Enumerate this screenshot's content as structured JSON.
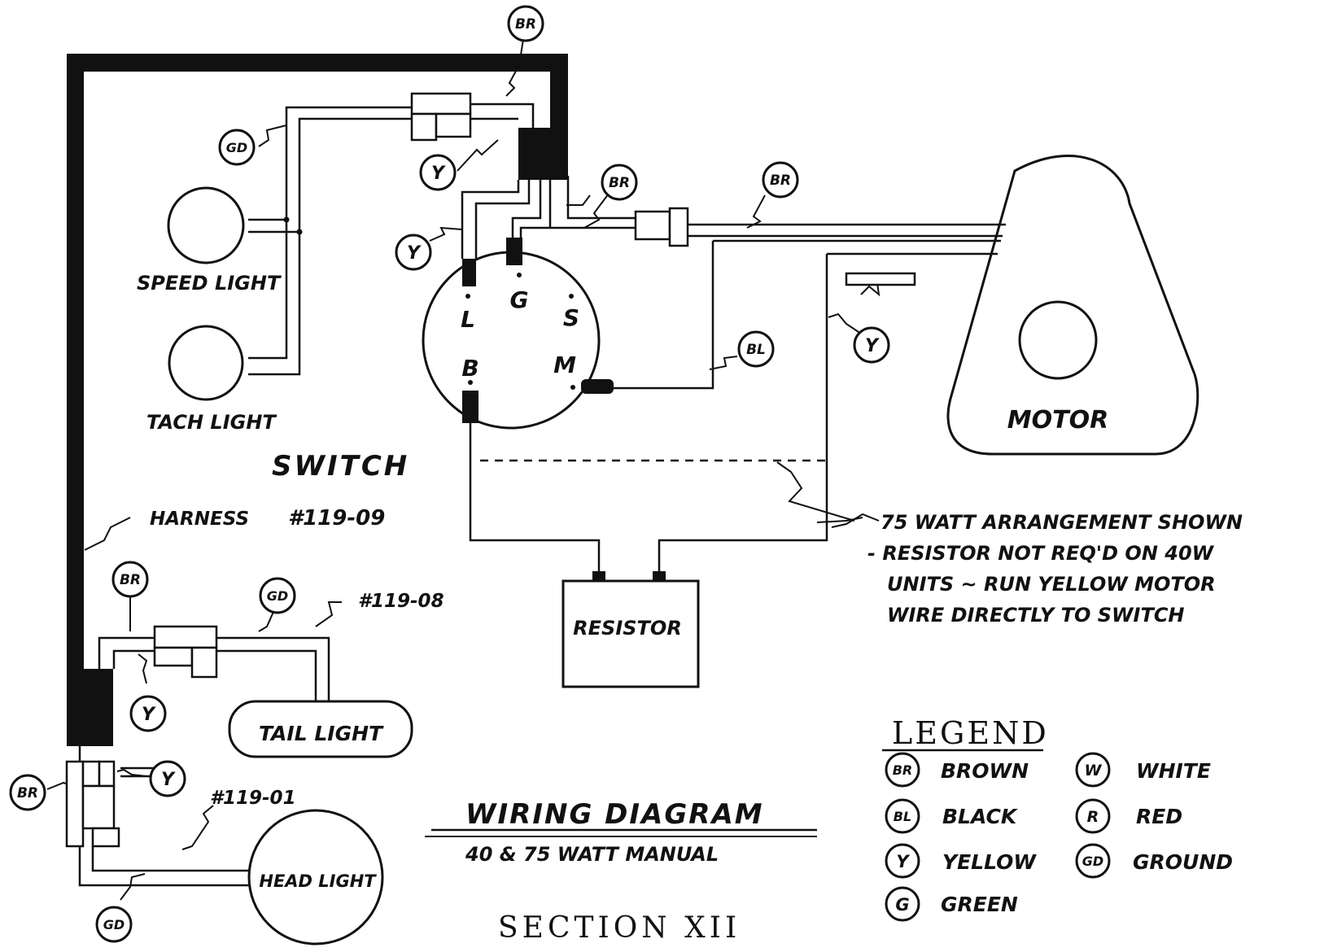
{
  "labels": {
    "speed_light": "SPEED LIGHT",
    "tach_light": "TACH LIGHT",
    "switch": "SWITCH",
    "harness": "HARNESS",
    "harness_number": "#119-09",
    "tail_harness_number": "#119-08",
    "head_harness_number": "#119-01",
    "tail_light": "TAIL LIGHT",
    "head_light": "HEAD LIGHT",
    "motor": "MOTOR",
    "resistor": "RESISTOR"
  },
  "switch_terminals": [
    "L",
    "G",
    "S",
    "B",
    "M"
  ],
  "wire_tags": {
    "br": "BR",
    "bl": "BL",
    "y": "Y",
    "gd": "GD"
  },
  "note": {
    "line1": "75 WATT ARRANGEMENT SHOWN",
    "line2": "- RESISTOR NOT REQ'D ON 40W",
    "line3": "UNITS ~ RUN YELLOW MOTOR",
    "line4": "WIRE DIRECTLY TO SWITCH"
  },
  "title": {
    "main": "WIRING DIAGRAM",
    "sub": "40 & 75 WATT MANUAL",
    "section": "SECTION XII"
  },
  "legend": {
    "heading": "LEGEND",
    "items": [
      {
        "code": "BR",
        "name": "BROWN"
      },
      {
        "code": "W",
        "name": "WHITE"
      },
      {
        "code": "BL",
        "name": "BLACK"
      },
      {
        "code": "R",
        "name": "RED"
      },
      {
        "code": "Y",
        "name": "YELLOW"
      },
      {
        "code": "GD",
        "name": "GROUND"
      },
      {
        "code": "G",
        "name": "GREEN"
      }
    ]
  }
}
